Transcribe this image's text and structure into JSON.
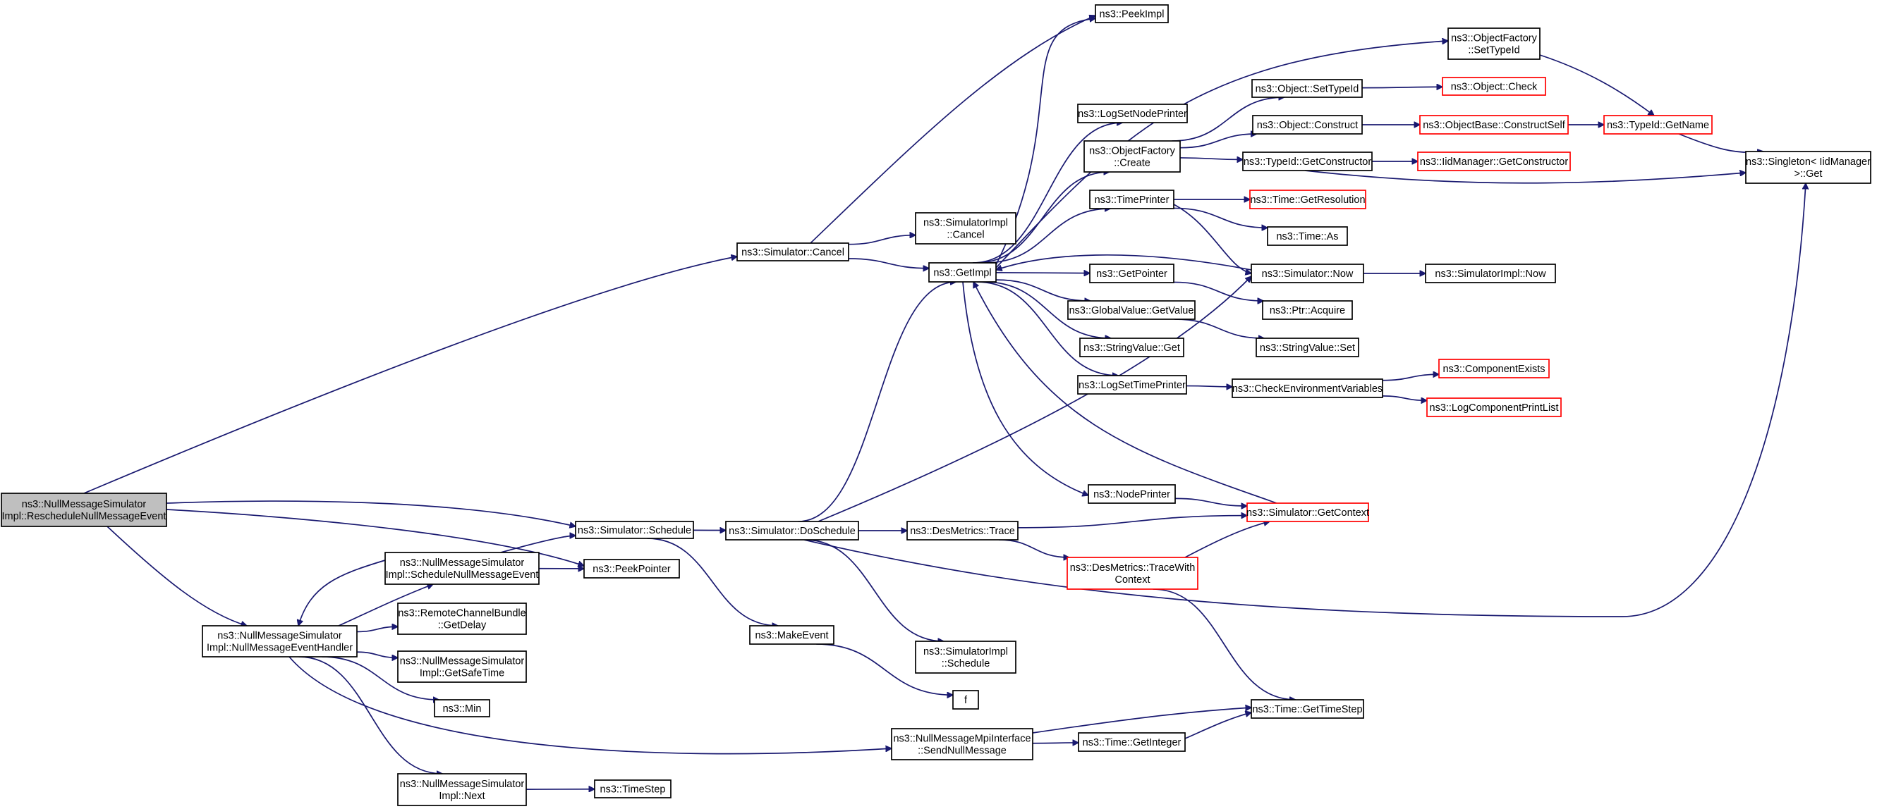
{
  "colors": {
    "edge": "#191970",
    "node_border": "#000000",
    "node_border_incomplete": "#ff0000",
    "root_fill": "#bfbfbf"
  },
  "nodes": [
    {
      "id": "n_reschedule",
      "lines": [
        "ns3::NullMessageSimulator",
        "Impl::RescheduleNullMessageEvent"
      ],
      "style": "root"
    },
    {
      "id": "n_cancel",
      "lines": [
        "ns3::Simulator::Cancel"
      ],
      "style": "normal"
    },
    {
      "id": "n_schedule",
      "lines": [
        "ns3::Simulator::Schedule"
      ],
      "style": "normal"
    },
    {
      "id": "n_peekptr",
      "lines": [
        "ns3::PeekPointer"
      ],
      "style": "normal"
    },
    {
      "id": "n_nmeh",
      "lines": [
        "ns3::NullMessageSimulator",
        "Impl::NullMessageEventHandler"
      ],
      "style": "normal"
    },
    {
      "id": "n_snme",
      "lines": [
        "ns3::NullMessageSimulator",
        "Impl::ScheduleNullMessageEvent"
      ],
      "style": "normal"
    },
    {
      "id": "n_rcbdelay",
      "lines": [
        "ns3::RemoteChannelBundle",
        "::GetDelay"
      ],
      "style": "normal"
    },
    {
      "id": "n_safetime",
      "lines": [
        "ns3::NullMessageSimulator",
        "Impl::GetSafeTime"
      ],
      "style": "normal"
    },
    {
      "id": "n_min",
      "lines": [
        "ns3::Min"
      ],
      "style": "normal"
    },
    {
      "id": "n_next",
      "lines": [
        "ns3::NullMessageSimulator",
        "Impl::Next"
      ],
      "style": "normal"
    },
    {
      "id": "n_timestep",
      "lines": [
        "ns3::TimeStep"
      ],
      "style": "normal"
    },
    {
      "id": "n_doschedule",
      "lines": [
        "ns3::Simulator::DoSchedule"
      ],
      "style": "normal"
    },
    {
      "id": "n_makeevent",
      "lines": [
        "ns3::MakeEvent"
      ],
      "style": "normal"
    },
    {
      "id": "n_f",
      "lines": [
        "f"
      ],
      "style": "normal"
    },
    {
      "id": "n_siimplcancel",
      "lines": [
        "ns3::SimulatorImpl",
        "::Cancel"
      ],
      "style": "normal"
    },
    {
      "id": "n_getimpl",
      "lines": [
        "ns3::GetImpl"
      ],
      "style": "normal"
    },
    {
      "id": "n_siimplschedule",
      "lines": [
        "ns3::SimulatorImpl",
        "::Schedule"
      ],
      "style": "normal"
    },
    {
      "id": "n_destrace",
      "lines": [
        "ns3::DesMetrics::Trace"
      ],
      "style": "normal"
    },
    {
      "id": "n_nmpi",
      "lines": [
        "ns3::NullMessageMpiInterface",
        "::SendNullMessage"
      ],
      "style": "normal"
    },
    {
      "id": "n_peekimpl",
      "lines": [
        "ns3::PeekImpl"
      ],
      "style": "normal"
    },
    {
      "id": "n_logsetnode",
      "lines": [
        "ns3::LogSetNodePrinter"
      ],
      "style": "normal"
    },
    {
      "id": "n_ofcreate",
      "lines": [
        "ns3::ObjectFactory",
        "::Create"
      ],
      "style": "normal"
    },
    {
      "id": "n_timeprinter",
      "lines": [
        "ns3::TimePrinter"
      ],
      "style": "normal"
    },
    {
      "id": "n_getpointer",
      "lines": [
        "ns3::GetPointer"
      ],
      "style": "normal"
    },
    {
      "id": "n_gvgetvalue",
      "lines": [
        "ns3::GlobalValue::GetValue"
      ],
      "style": "normal"
    },
    {
      "id": "n_svget",
      "lines": [
        "ns3::StringValue::Get"
      ],
      "style": "normal"
    },
    {
      "id": "n_logsettime",
      "lines": [
        "ns3::LogSetTimePrinter"
      ],
      "style": "normal"
    },
    {
      "id": "n_nodeprinter",
      "lines": [
        "ns3::NodePrinter"
      ],
      "style": "normal"
    },
    {
      "id": "n_tracewith",
      "lines": [
        "ns3::DesMetrics::TraceWith",
        "Context"
      ],
      "style": "incomplete"
    },
    {
      "id": "n_getinteger",
      "lines": [
        "ns3::Time::GetInteger"
      ],
      "style": "normal"
    },
    {
      "id": "n_ofsettypeid",
      "lines": [
        "ns3::ObjectFactory",
        "::SetTypeId"
      ],
      "style": "normal"
    },
    {
      "id": "n_objsettypeid",
      "lines": [
        "ns3::Object::SetTypeId"
      ],
      "style": "normal"
    },
    {
      "id": "n_objconstruct",
      "lines": [
        "ns3::Object::Construct"
      ],
      "style": "normal"
    },
    {
      "id": "n_getconstructor",
      "lines": [
        "ns3::TypeId::GetConstructor"
      ],
      "style": "normal"
    },
    {
      "id": "n_getresolution",
      "lines": [
        "ns3::Time::GetResolution"
      ],
      "style": "incomplete"
    },
    {
      "id": "n_timeas",
      "lines": [
        "ns3::Time::As"
      ],
      "style": "normal"
    },
    {
      "id": "n_simnow",
      "lines": [
        "ns3::Simulator::Now"
      ],
      "style": "normal"
    },
    {
      "id": "n_ptracquire",
      "lines": [
        "ns3::Ptr::Acquire"
      ],
      "style": "normal"
    },
    {
      "id": "n_svset",
      "lines": [
        "ns3::StringValue::Set"
      ],
      "style": "normal"
    },
    {
      "id": "n_checkenv",
      "lines": [
        "ns3::CheckEnvironmentVariables"
      ],
      "style": "normal"
    },
    {
      "id": "n_getcontext",
      "lines": [
        "ns3::Simulator::GetContext"
      ],
      "style": "incomplete"
    },
    {
      "id": "n_gettimestep",
      "lines": [
        "ns3::Time::GetTimeStep"
      ],
      "style": "normal"
    },
    {
      "id": "n_objcheck",
      "lines": [
        "ns3::Object::Check"
      ],
      "style": "incomplete"
    },
    {
      "id": "n_constructself",
      "lines": [
        "ns3::ObjectBase::ConstructSelf"
      ],
      "style": "incomplete"
    },
    {
      "id": "n_iidgetconstructor",
      "lines": [
        "ns3::IidManager::GetConstructor"
      ],
      "style": "incomplete"
    },
    {
      "id": "n_siimplnow",
      "lines": [
        "ns3::SimulatorImpl::Now"
      ],
      "style": "normal"
    },
    {
      "id": "n_compexists",
      "lines": [
        "ns3::ComponentExists"
      ],
      "style": "incomplete"
    },
    {
      "id": "n_logcomplist",
      "lines": [
        "ns3::LogComponentPrintList"
      ],
      "style": "incomplete"
    },
    {
      "id": "n_typeidgetname",
      "lines": [
        "ns3::TypeId::GetName"
      ],
      "style": "incomplete"
    },
    {
      "id": "n_singleton",
      "lines": [
        "ns3::Singleton< IidManager",
        " >::Get"
      ],
      "style": "normal"
    }
  ],
  "edges": [
    [
      "n_reschedule",
      "n_cancel"
    ],
    [
      "n_reschedule",
      "n_schedule"
    ],
    [
      "n_reschedule",
      "n_peekptr"
    ],
    [
      "n_reschedule",
      "n_nmeh"
    ],
    [
      "n_nmeh",
      "n_snme"
    ],
    [
      "n_nmeh",
      "n_rcbdelay"
    ],
    [
      "n_nmeh",
      "n_safetime"
    ],
    [
      "n_nmeh",
      "n_min"
    ],
    [
      "n_nmeh",
      "n_next"
    ],
    [
      "n_nmeh",
      "n_nmpi"
    ],
    [
      "n_snme",
      "n_nmeh"
    ],
    [
      "n_snme",
      "n_schedule"
    ],
    [
      "n_snme",
      "n_peekptr"
    ],
    [
      "n_next",
      "n_timestep"
    ],
    [
      "n_cancel",
      "n_peekimpl"
    ],
    [
      "n_cancel",
      "n_siimplcancel"
    ],
    [
      "n_cancel",
      "n_getimpl"
    ],
    [
      "n_schedule",
      "n_doschedule"
    ],
    [
      "n_schedule",
      "n_makeevent"
    ],
    [
      "n_makeevent",
      "n_f"
    ],
    [
      "n_doschedule",
      "n_getimpl"
    ],
    [
      "n_doschedule",
      "n_siimplschedule"
    ],
    [
      "n_doschedule",
      "n_destrace"
    ],
    [
      "n_doschedule",
      "n_simnow"
    ],
    [
      "n_doschedule",
      "n_singleton"
    ],
    [
      "n_getimpl",
      "n_peekimpl"
    ],
    [
      "n_getimpl",
      "n_logsetnode"
    ],
    [
      "n_getimpl",
      "n_ofcreate"
    ],
    [
      "n_getimpl",
      "n_timeprinter"
    ],
    [
      "n_getimpl",
      "n_getpointer"
    ],
    [
      "n_getimpl",
      "n_gvgetvalue"
    ],
    [
      "n_getimpl",
      "n_svget"
    ],
    [
      "n_getimpl",
      "n_logsettime"
    ],
    [
      "n_getimpl",
      "n_nodeprinter"
    ],
    [
      "n_getimpl",
      "n_ofsettypeid"
    ],
    [
      "n_ofcreate",
      "n_objsettypeid"
    ],
    [
      "n_ofcreate",
      "n_objconstruct"
    ],
    [
      "n_ofcreate",
      "n_getconstructor"
    ],
    [
      "n_timeprinter",
      "n_getresolution"
    ],
    [
      "n_timeprinter",
      "n_timeas"
    ],
    [
      "n_timeprinter",
      "n_simnow"
    ],
    [
      "n_simnow",
      "n_getimpl"
    ],
    [
      "n_simnow",
      "n_siimplnow"
    ],
    [
      "n_getpointer",
      "n_ptracquire"
    ],
    [
      "n_gvgetvalue",
      "n_svset"
    ],
    [
      "n_logsettime",
      "n_checkenv"
    ],
    [
      "n_checkenv",
      "n_compexists"
    ],
    [
      "n_checkenv",
      "n_logcomplist"
    ],
    [
      "n_nodeprinter",
      "n_getcontext"
    ],
    [
      "n_getcontext",
      "n_getimpl"
    ],
    [
      "n_destrace",
      "n_getcontext"
    ],
    [
      "n_destrace",
      "n_tracewith"
    ],
    [
      "n_tracewith",
      "n_getcontext"
    ],
    [
      "n_tracewith",
      "n_gettimestep"
    ],
    [
      "n_nmpi",
      "n_gettimestep"
    ],
    [
      "n_nmpi",
      "n_getinteger"
    ],
    [
      "n_getinteger",
      "n_gettimestep"
    ],
    [
      "n_objsettypeid",
      "n_objcheck"
    ],
    [
      "n_objconstruct",
      "n_constructself"
    ],
    [
      "n_constructself",
      "n_typeidgetname"
    ],
    [
      "n_getconstructor",
      "n_iidgetconstructor"
    ],
    [
      "n_getconstructor",
      "n_singleton"
    ],
    [
      "n_ofsettypeid",
      "n_typeidgetname"
    ],
    [
      "n_typeidgetname",
      "n_singleton"
    ]
  ]
}
